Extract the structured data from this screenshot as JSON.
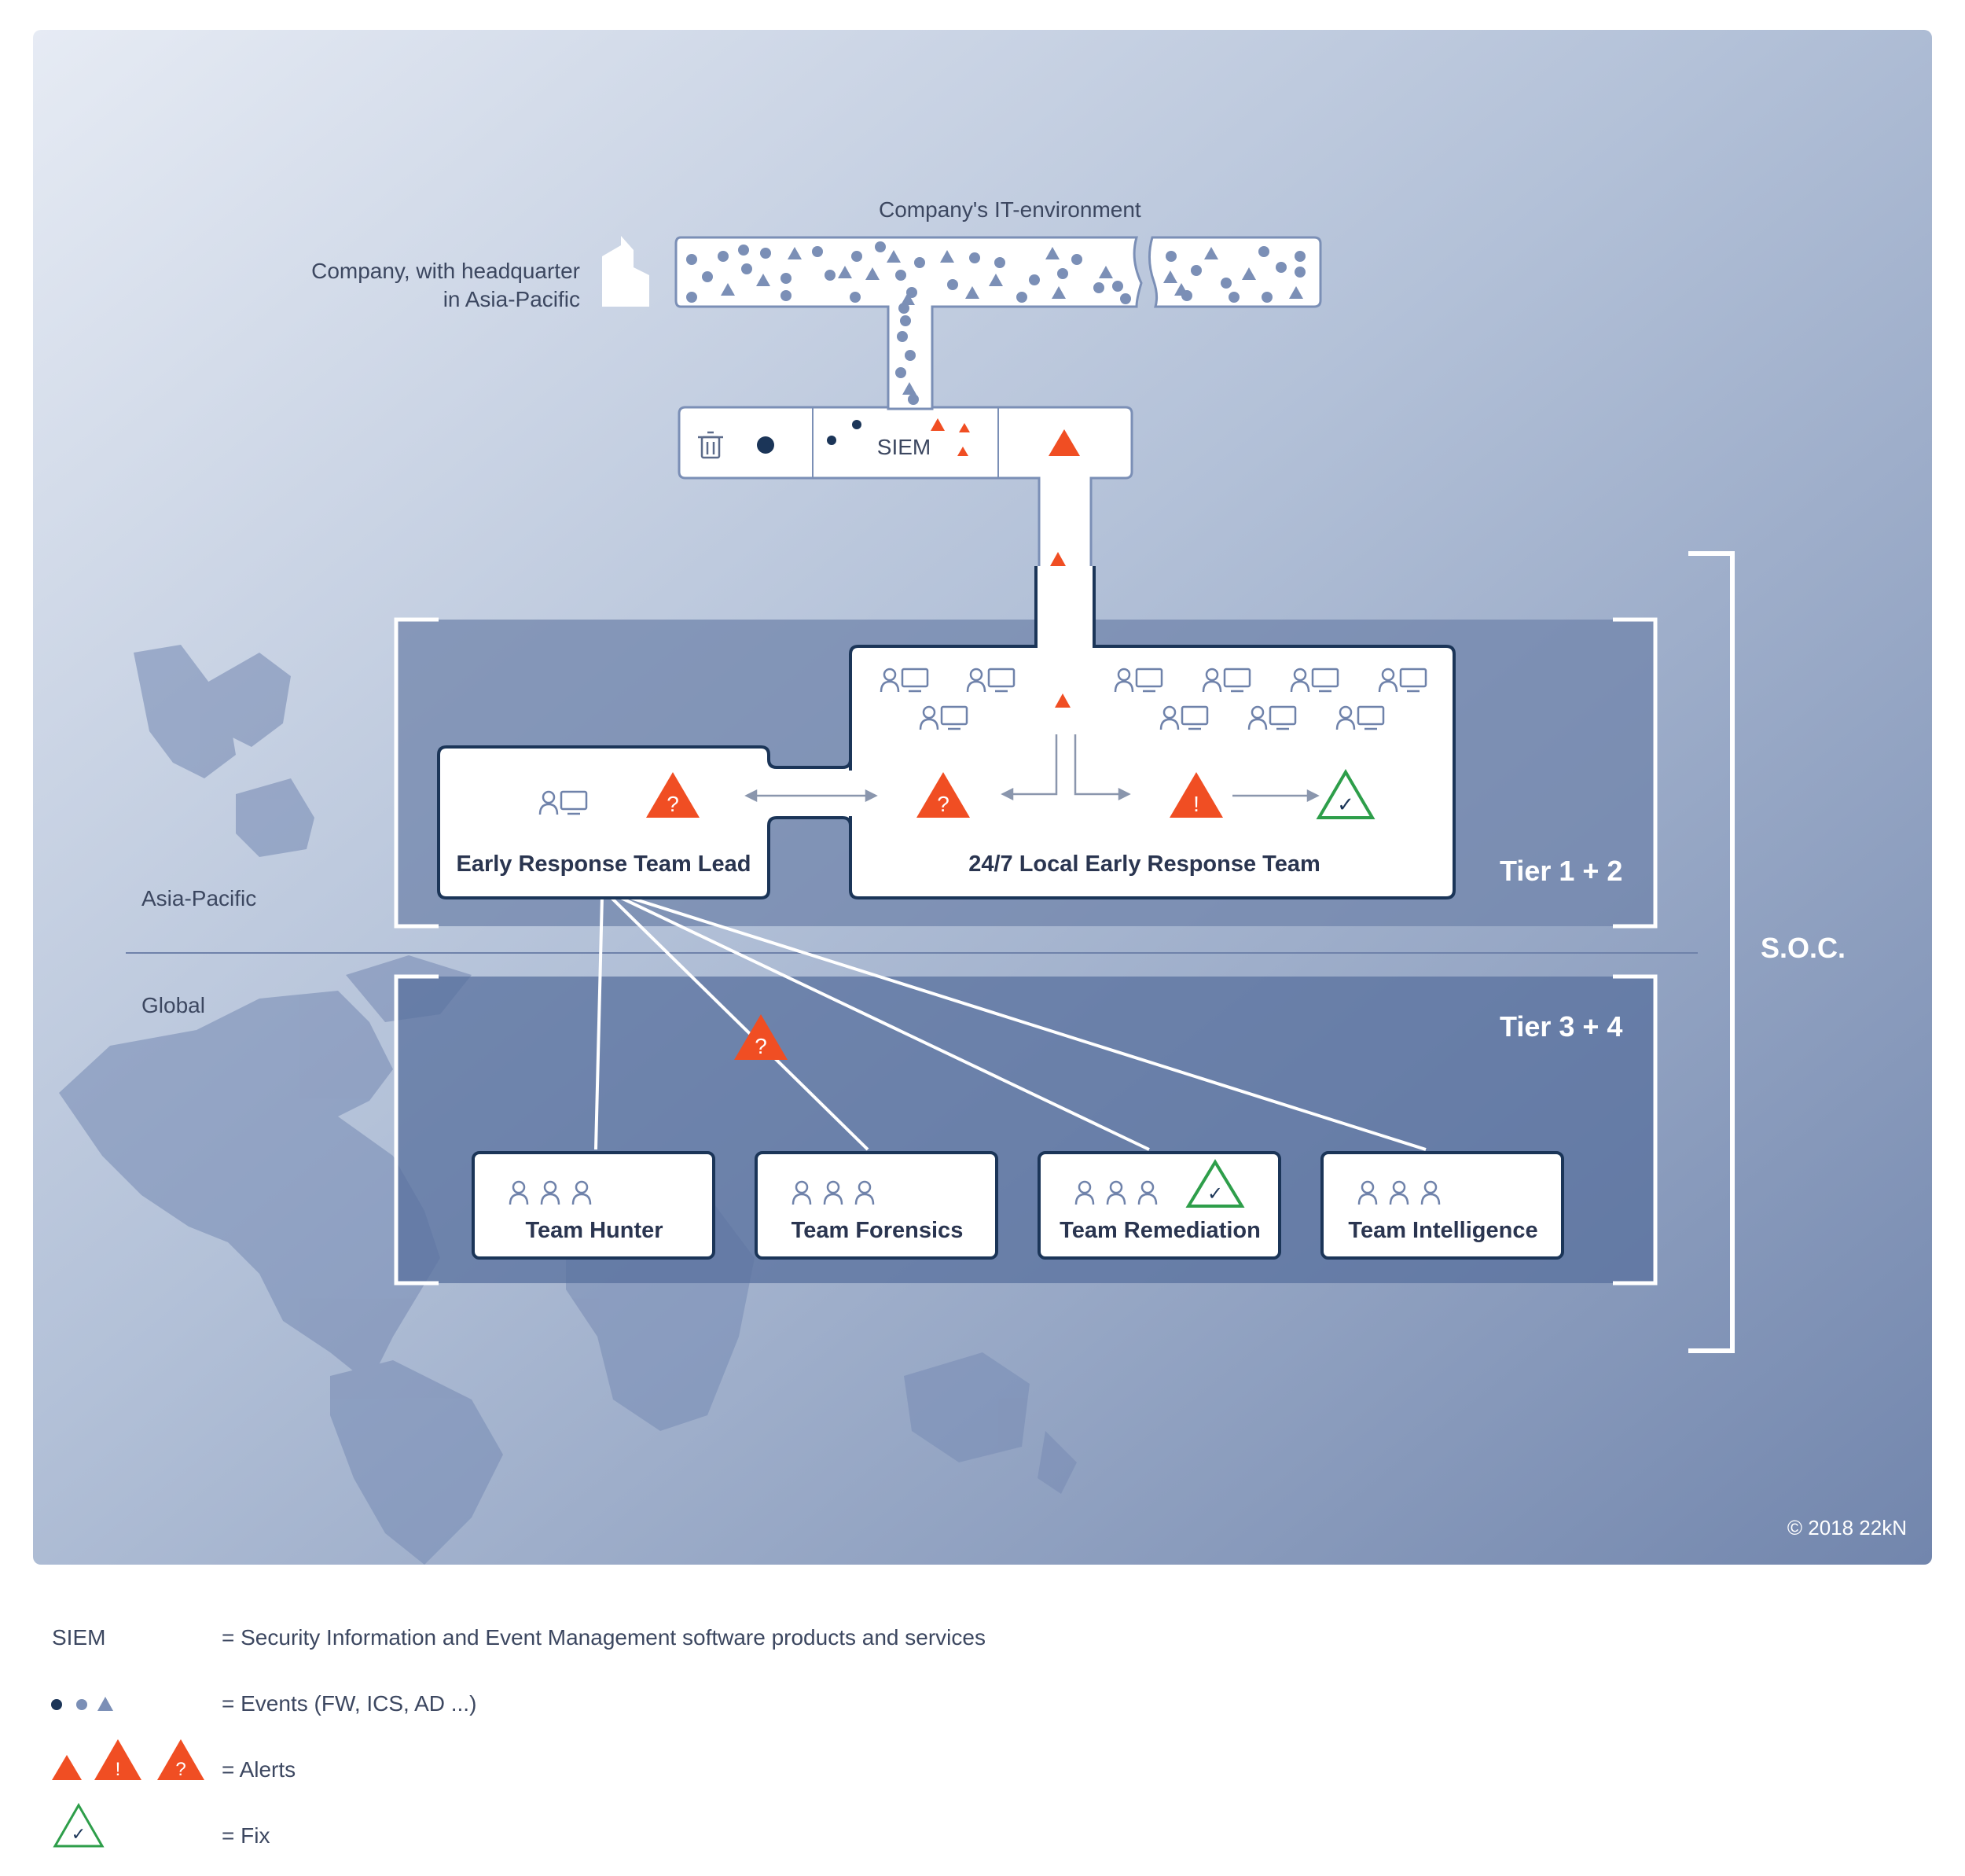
{
  "diagram": {
    "it_environment_label": "Company's IT-environment",
    "company_label_line1": "Company, with headquarter",
    "company_label_line2": "in Asia-Pacific",
    "siem_label": "SIEM",
    "region_top": "Asia-Pacific",
    "region_bottom": "Global",
    "tier_top": "Tier 1 + 2",
    "tier_bottom": "Tier 3 + 4",
    "soc_label": "S.O.C.",
    "lead_label": "Early Response Team Lead",
    "local_team_label": "24/7 Local Early Response Team",
    "alert_question": "?",
    "alert_exclaim": "!",
    "fix_mark": "✓",
    "teams": [
      "Team Hunter",
      "Team Forensics",
      "Team Remediation",
      "Team Intelligence"
    ],
    "copyright": "© 2018 22kN"
  },
  "legend": {
    "rows": [
      {
        "term": "SIEM",
        "definition": "=  Security Information and Event Management software products and services"
      },
      {
        "term": "",
        "definition": "=  Events (FW, ICS, AD ...)"
      },
      {
        "term": "",
        "definition": "=  Alerts"
      },
      {
        "term": "",
        "definition": "=  Fix"
      }
    ]
  },
  "colors": {
    "alert": "#f04e23",
    "fix": "#2e9e4a",
    "event_dark": "#1b3558",
    "event_light": "#7b8fb6",
    "box_border": "#1b3558"
  }
}
